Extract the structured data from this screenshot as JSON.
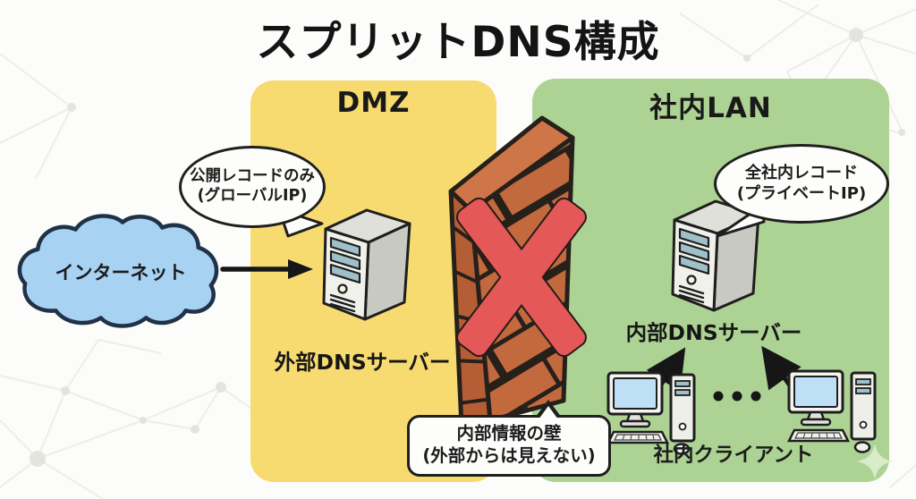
{
  "title": "スプリットDNS構成",
  "zones": {
    "dmz": {
      "label": "DMZ"
    },
    "lan": {
      "label": "社内LAN"
    }
  },
  "internet": {
    "label": "インターネット"
  },
  "external_dns": {
    "label": "外部DNSサーバー",
    "bubble": {
      "line1": "公開レコードのみ",
      "line2": "(グローバルIP)"
    }
  },
  "internal_dns": {
    "label": "内部DNSサーバー",
    "bubble": {
      "line1": "全社内レコード",
      "line2": "(プライベートIP)"
    }
  },
  "clients": {
    "label": "社内クライアント",
    "count_shown": 2,
    "ellipsis_dots": 3
  },
  "firewall": {
    "note": {
      "line1": "内部情報の壁",
      "line2": "(外部からは見えない)"
    }
  },
  "colors": {
    "dmz_zone": "#F7DB71",
    "lan_zone": "#ACD394",
    "cloud": "#A8D2F2",
    "brick": "#C2693E",
    "x_mark": "#E45858",
    "screen_blue": "#BEE0F6",
    "slot_teal": "#9FBFC9"
  }
}
